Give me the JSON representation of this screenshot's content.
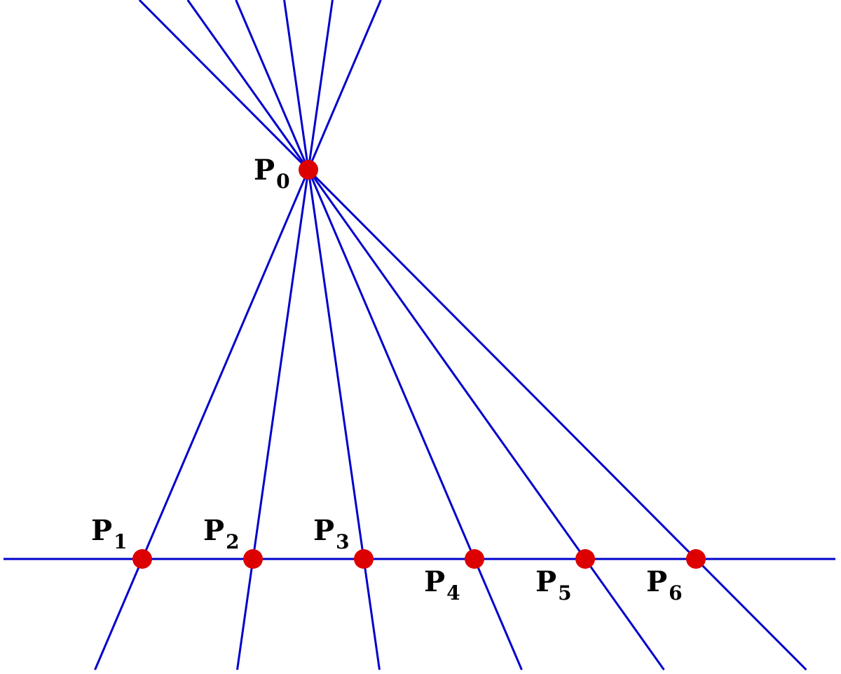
{
  "diagram": {
    "line_color": "#0000cc",
    "point_color": "#dd0000",
    "text_color": "#000000",
    "points": [
      {
        "id": "p0",
        "label": "P",
        "subscript": "0"
      },
      {
        "id": "p1",
        "label": "P",
        "subscript": "1"
      },
      {
        "id": "p2",
        "label": "P",
        "subscript": "2"
      },
      {
        "id": "p3",
        "label": "P",
        "subscript": "3"
      },
      {
        "id": "p4",
        "label": "P",
        "subscript": "4"
      },
      {
        "id": "p5",
        "label": "P",
        "subscript": "5"
      },
      {
        "id": "p6",
        "label": "P",
        "subscript": "6"
      }
    ]
  }
}
